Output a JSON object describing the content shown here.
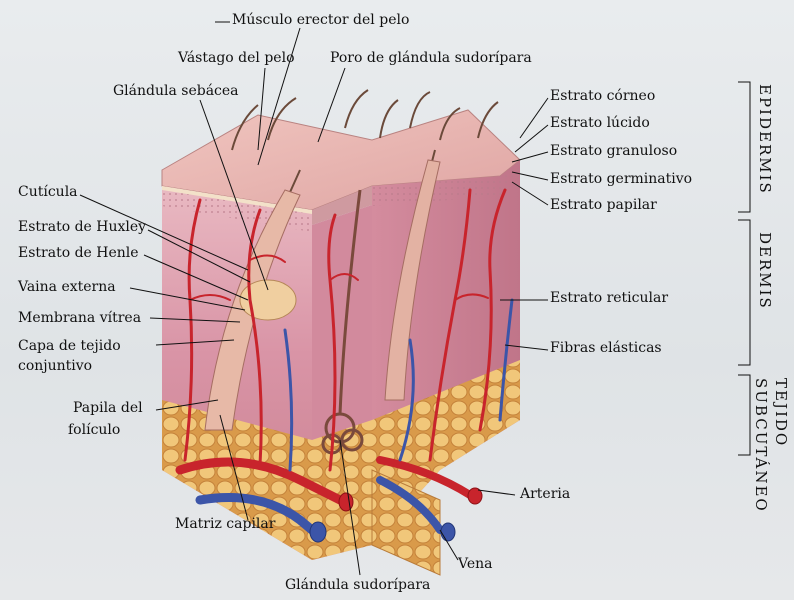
{
  "labels": {
    "musculo": "Músculo erector del pelo",
    "vastago": "Vástago del pelo",
    "poro": "Poro de glándula sudorípara",
    "sebacea": "Glándula sebácea",
    "corneo": "Estrato córneo",
    "lucido": "Estrato lúcido",
    "granuloso": "Estrato granuloso",
    "germinativo": "Estrato germinativo",
    "papilar": "Estrato papilar",
    "cuticula": "Cutícula",
    "huxley": "Estrato de Huxley",
    "henle": "Estrato de Henle",
    "vaina": "Vaina externa",
    "membrana": "Membrana vítrea",
    "capa1": "Capa de tejido",
    "capa2": "conjuntivo",
    "papila1": "Papila del",
    "papila2": "folículo",
    "reticular": "Estrato reticular",
    "fibras": "Fibras elásticas",
    "matriz": "Matriz capilar",
    "arteria": "Arteria",
    "vena": "Vena",
    "sudoripara": "Glándula sudorípara"
  },
  "sections": {
    "epidermis": "EPIDERMIS",
    "dermis": "DERMIS",
    "tejido": "TEJIDO",
    "subcutaneo": "SUBCUTÁNEO"
  },
  "colors": {
    "skin_top": "#e9b7b3",
    "dermis": "#d98f9c",
    "fat": "#e9b86a",
    "artery": "#c8242c",
    "vein": "#3c55a8"
  }
}
